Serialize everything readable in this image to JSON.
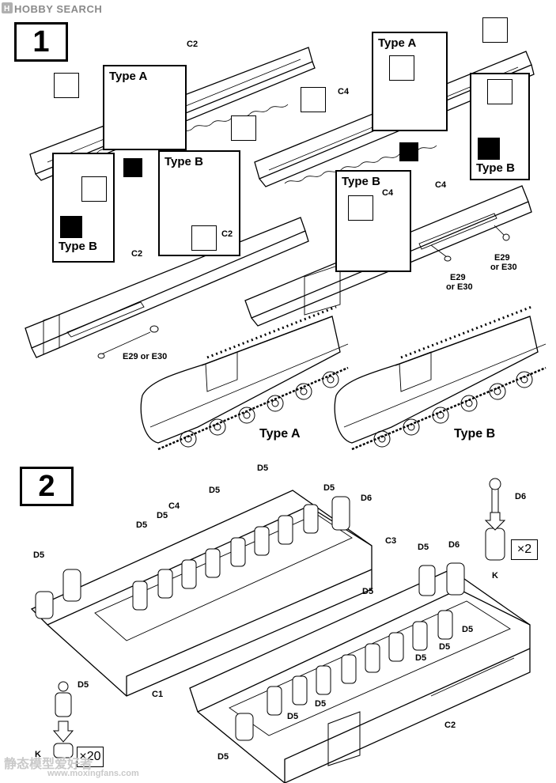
{
  "header": {
    "brand": "HOBBY SEARCH"
  },
  "step1": {
    "number": "1",
    "callouts": {
      "left_type_a": "Type A",
      "left_type_b_lower": "Type B",
      "center_type_b": "Type B",
      "right_type_a": "Type A",
      "right_type_b_upper": "Type B",
      "right_type_b_box": "Type B"
    },
    "parts": {
      "c2_top": "C2",
      "c2_callout": "C2",
      "c2_mid": "C2",
      "c4_top": "C4",
      "c4_callout": "C4",
      "c4_mid": "C4",
      "e_left": "E29 or E30",
      "e_right_a_1": "E29",
      "e_right_a_2": "or E30",
      "e_right_b_1": "E29",
      "e_right_b_2": "or E30"
    },
    "variant_labels": {
      "a": "Type A",
      "b": "Type B"
    }
  },
  "step2": {
    "number": "2",
    "parts": {
      "d5": "D5",
      "d6": "D6",
      "c1": "C1",
      "c2": "C2",
      "c3": "C3",
      "c4": "C4",
      "k": "K"
    },
    "multipliers": {
      "x2": "×2",
      "x20": "×20"
    }
  },
  "watermark": {
    "line1": "静态模型爱好者",
    "line2": "www.moxingfans.com"
  },
  "icons": [
    "glue-icon",
    "detail-view-icon"
  ]
}
